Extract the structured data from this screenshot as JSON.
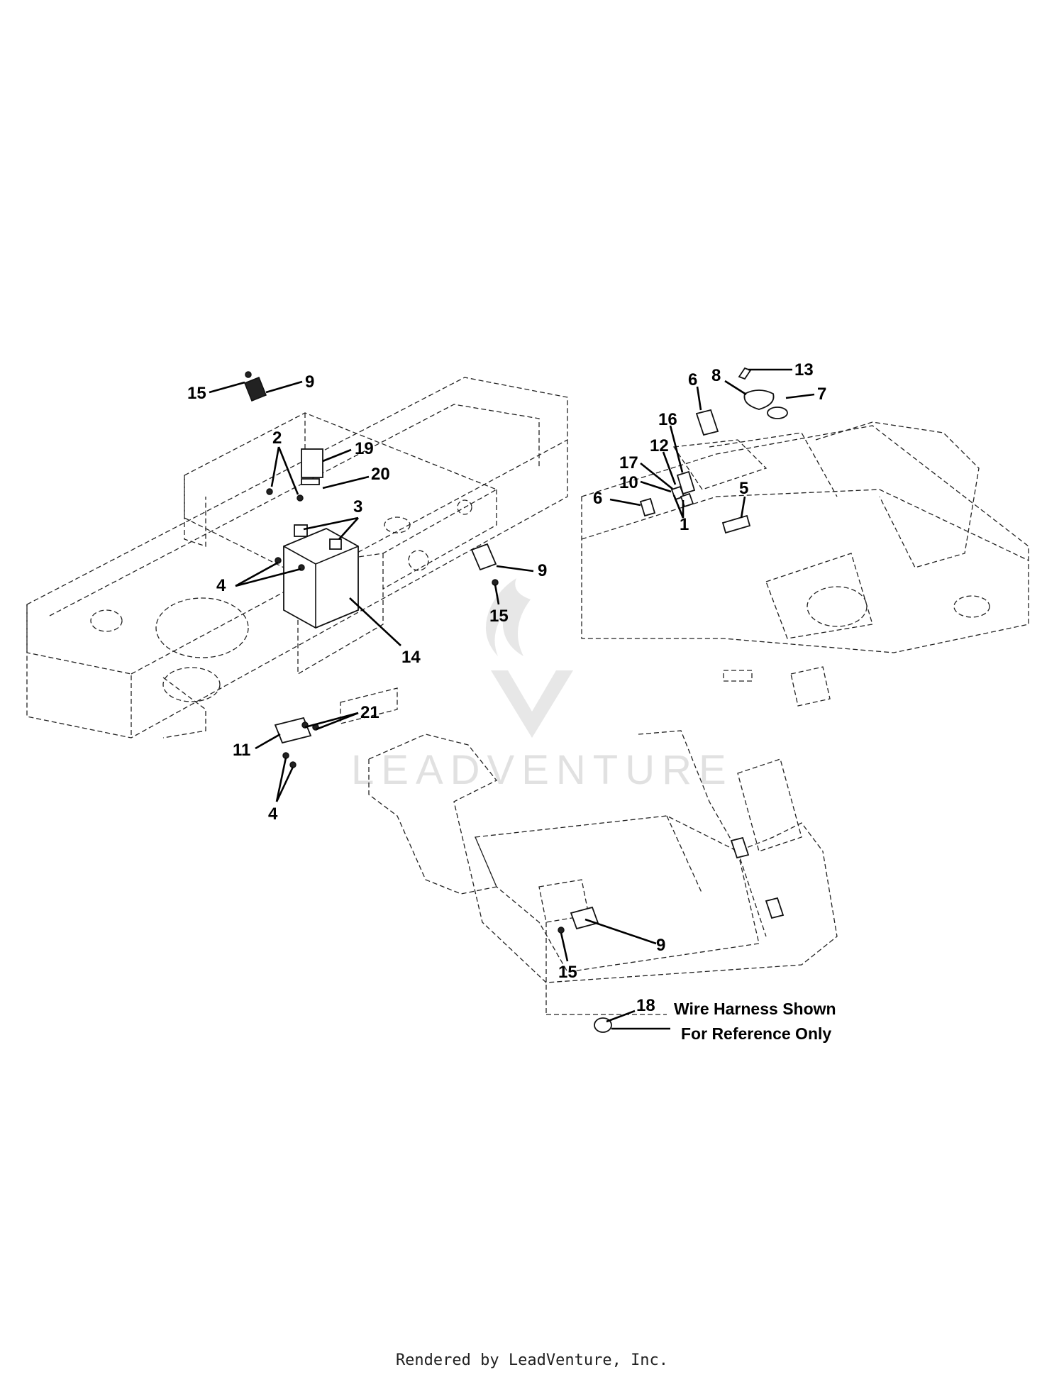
{
  "callouts": {
    "c1": "15",
    "c2": "9",
    "c3": "2",
    "c4": "19",
    "c5": "20",
    "c6": "3",
    "c7": "4",
    "c8": "9",
    "c9": "15",
    "c10": "14",
    "c11": "21",
    "c12": "11",
    "c13": "4",
    "c14": "13",
    "c15": "8",
    "c16": "7",
    "c17": "6",
    "c18": "16",
    "c19": "12",
    "c20": "17",
    "c21": "10",
    "c22": "6",
    "c23": "5",
    "c24": "1",
    "c25": "9",
    "c26": "15",
    "c27": "18"
  },
  "note": {
    "line1": "Wire Harness Shown",
    "line2": "For Reference Only"
  },
  "watermark": "LEADVENTURE",
  "footer": "Rendered by LeadVenture, Inc."
}
